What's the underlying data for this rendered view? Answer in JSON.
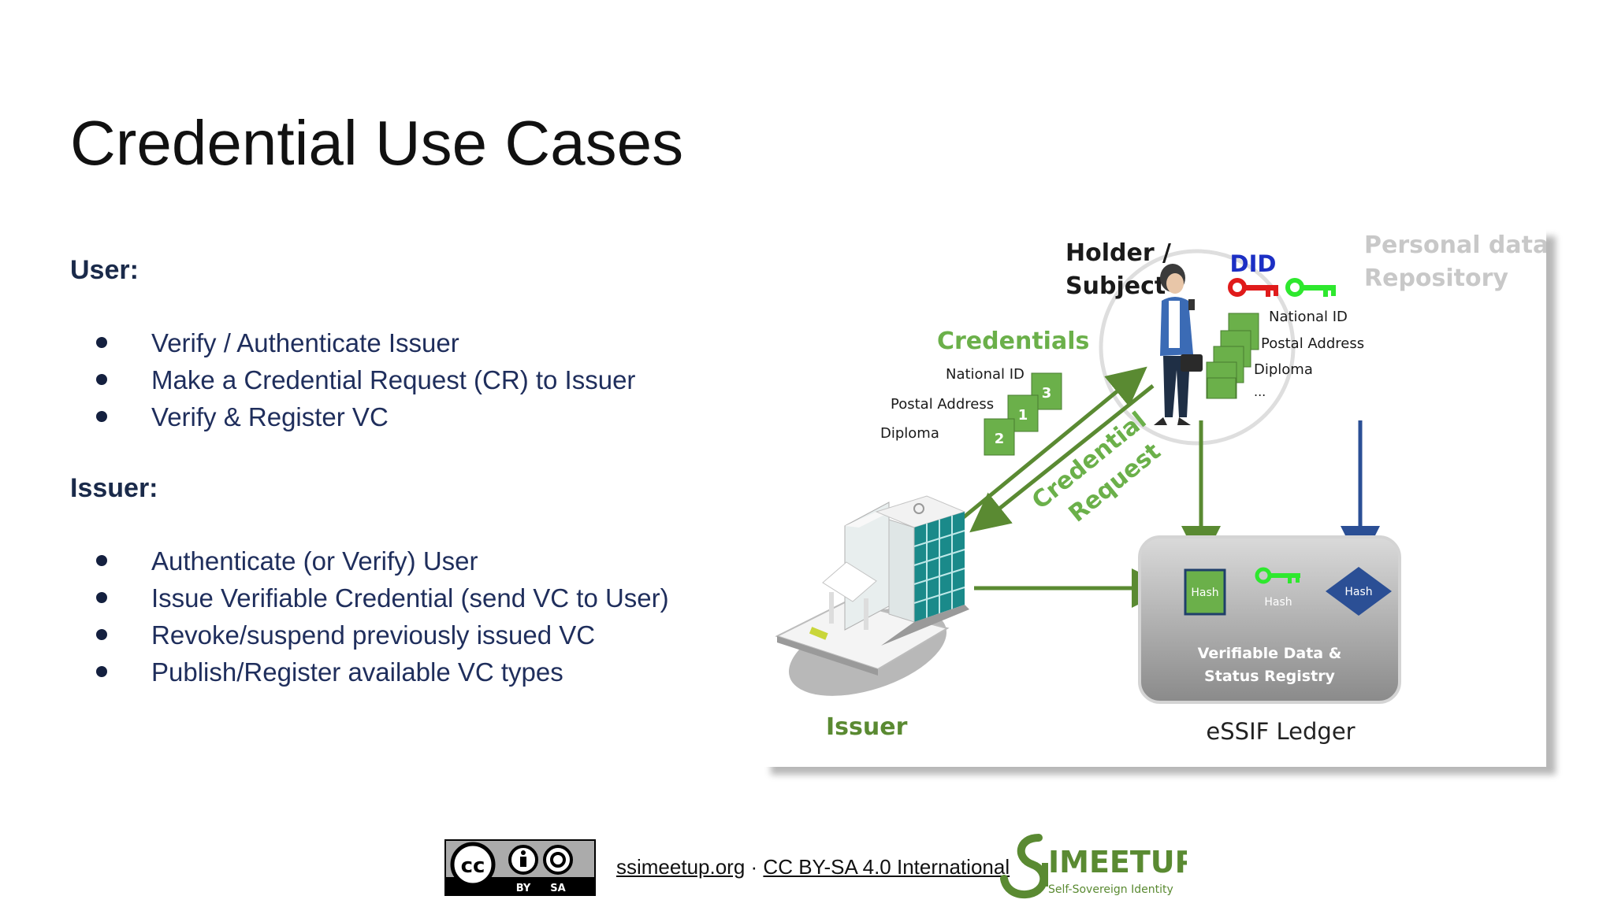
{
  "slide": {
    "title": "Credential Use Cases"
  },
  "user_section": {
    "heading": "User:",
    "items": [
      "Verify / Authenticate Issuer",
      "Make a Credential Request (CR) to Issuer",
      "Verify & Register VC"
    ]
  },
  "issuer_section": {
    "heading": "Issuer:",
    "items": [
      "Authenticate (or Verify) User",
      "Issue Verifiable Credential (send VC to User)",
      "Revoke/suspend previously issued VC",
      "Publish/Register available VC types"
    ]
  },
  "diagram": {
    "holder_label_1": "Holder /",
    "holder_label_2": "Subject",
    "did_label": "DID",
    "pdr_label_1": "Personal data",
    "pdr_label_2": "Repository",
    "wallet_items": [
      "National ID",
      "Postal Address",
      "Diploma",
      "..."
    ],
    "credentials_label": "Credentials",
    "credential_items": [
      "National ID",
      "Postal Address",
      "Diploma"
    ],
    "doc_numbers": [
      "3",
      "1",
      "2"
    ],
    "request_label_1": "Credential",
    "request_label_2": "Request",
    "hash_doc_label": "Hash",
    "hash_key_label": "Hash",
    "hash_diamond_label": "Hash",
    "registry_label_1": "Verifiable Data &",
    "registry_label_2": "Status Registry",
    "ledger_label": "eSSIF Ledger",
    "issuer_label": "Issuer",
    "colors": {
      "green": "#5a8a32",
      "doc_green": "#6bb04a",
      "did_blue": "#1c2fc4",
      "key_red": "#e01b1b",
      "key_green": "#2ee82e",
      "ledger_blue": "#2b4f95",
      "pdr_gray": "#c8c8c8"
    }
  },
  "footer": {
    "cc_label": "cc",
    "by_label": "BY",
    "sa_label": "SA",
    "site_link": "ssimeetup.org",
    "separator": " · ",
    "license_link": "CC BY-SA 4.0 International",
    "logo_text": "IMEETUP",
    "logo_subtext": "Self-Sovereign Identity"
  }
}
